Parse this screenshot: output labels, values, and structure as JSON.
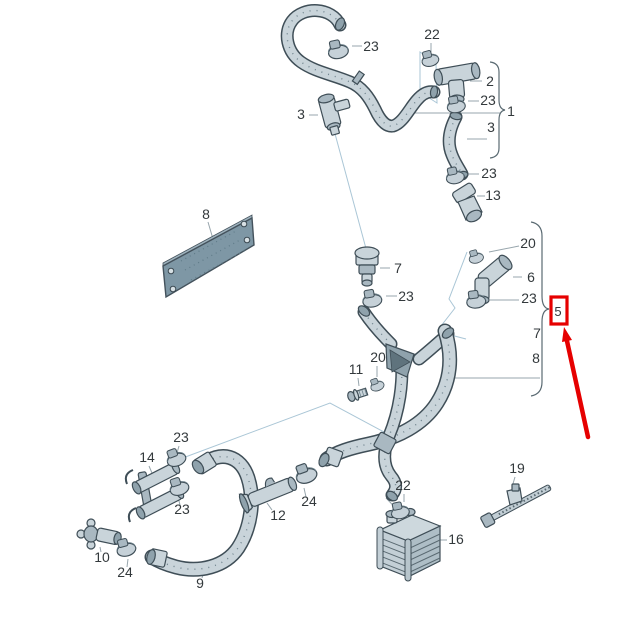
{
  "diagram": {
    "type": "exploded-parts-diagram",
    "subject": "coolant / oil-cooler hose assembly",
    "background": "#ffffff",
    "line_color": "#3f4e57",
    "part_fill_color": "#c9d4da",
    "leader_color": "#97a5ac",
    "leader_blue_color": "#aac6d6",
    "label_color": "#33393c",
    "highlight": {
      "part": "5",
      "box_color": "#e60000",
      "arrow_color": "#e60000",
      "note": "red rectangle around callout 5 with red arrow pointing to it"
    },
    "groups": [
      {
        "label": "1",
        "members": [
          "2",
          "23",
          "3"
        ]
      },
      {
        "label": "5",
        "members": [
          "20",
          "6",
          "23",
          "7",
          "8"
        ]
      }
    ],
    "part_numbers_visible": [
      "1",
      "2",
      "3",
      "5",
      "6",
      "7",
      "8",
      "9",
      "10",
      "11",
      "12",
      "13",
      "14",
      "16",
      "19",
      "20",
      "22",
      "23",
      "24"
    ],
    "callouts": [
      {
        "text": "23"
      },
      {
        "text": "22"
      },
      {
        "text": "2"
      },
      {
        "text": "23"
      },
      {
        "text": "1"
      },
      {
        "text": "3"
      },
      {
        "text": "3"
      },
      {
        "text": "23"
      },
      {
        "text": "13"
      },
      {
        "text": "8"
      },
      {
        "text": "20"
      },
      {
        "text": "7"
      },
      {
        "text": "6"
      },
      {
        "text": "23"
      },
      {
        "text": "23"
      },
      {
        "text": "5"
      },
      {
        "text": "7"
      },
      {
        "text": "8"
      },
      {
        "text": "20"
      },
      {
        "text": "11"
      },
      {
        "text": "23"
      },
      {
        "text": "14"
      },
      {
        "text": "23"
      },
      {
        "text": "12"
      },
      {
        "text": "24"
      },
      {
        "text": "22"
      },
      {
        "text": "19"
      },
      {
        "text": "16"
      },
      {
        "text": "10"
      },
      {
        "text": "24"
      },
      {
        "text": "9"
      }
    ]
  }
}
